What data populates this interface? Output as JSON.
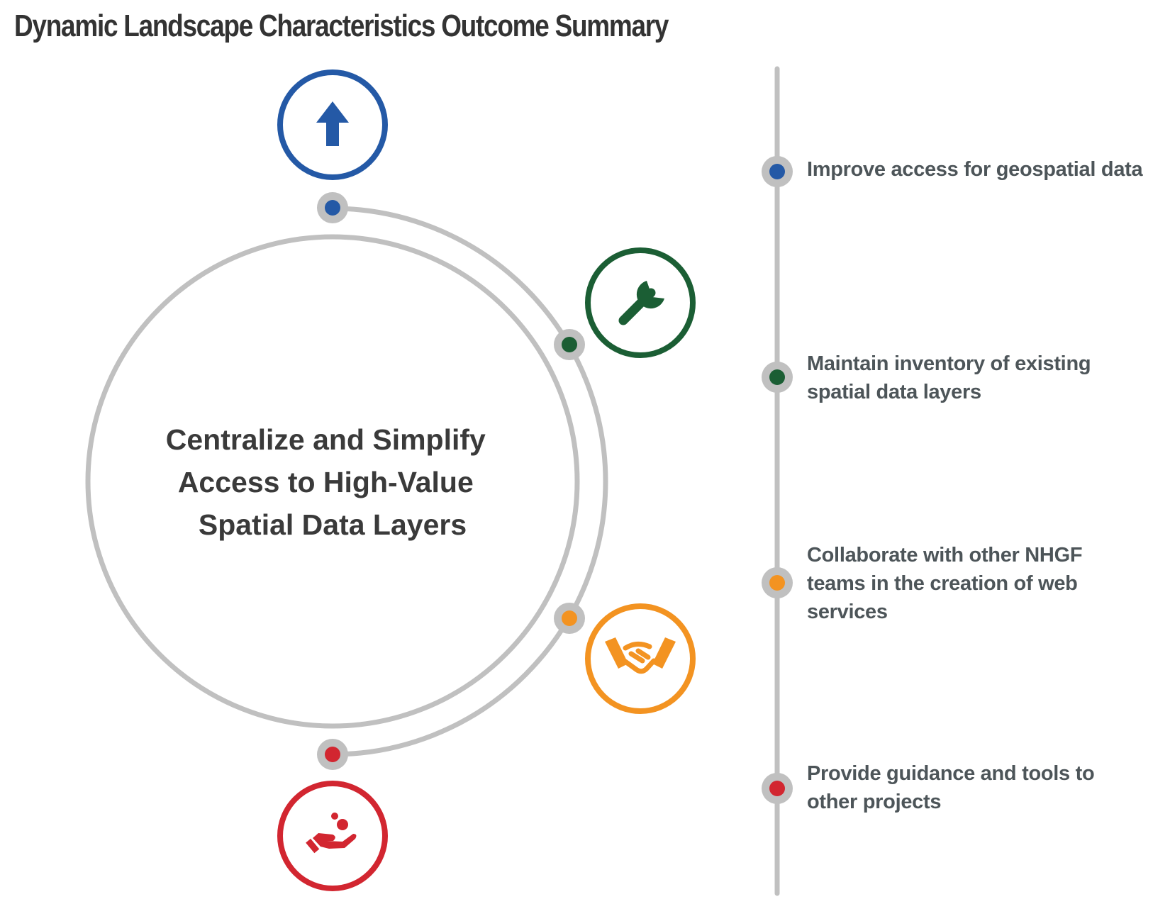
{
  "title": "Dynamic Landscape Characteristics Outcome Summary",
  "center": {
    "lines": [
      "Centralize and Simplify",
      "Access to High-Value",
      "Spatial Data Layers"
    ]
  },
  "colors": {
    "blue": "#2459a6",
    "green": "#1b5e34",
    "orange": "#f39321",
    "red": "#d22630",
    "gray": "#c0c0c0",
    "text": "#4d5559"
  },
  "outcomes": [
    {
      "label": "Improve access for geospatial data",
      "color": "#2459a6",
      "icon": "up-arrow-icon"
    },
    {
      "label": "Maintain inventory of existing\nspatial data layers",
      "color": "#1b5e34",
      "icon": "wrench-icon"
    },
    {
      "label": "Collaborate with other NHGF\nteams in the creation of web\nservices",
      "color": "#f39321",
      "icon": "handshake-icon"
    },
    {
      "label": "Provide guidance and tools to\nother projects",
      "color": "#d22630",
      "icon": "helping-hand-icon"
    }
  ]
}
